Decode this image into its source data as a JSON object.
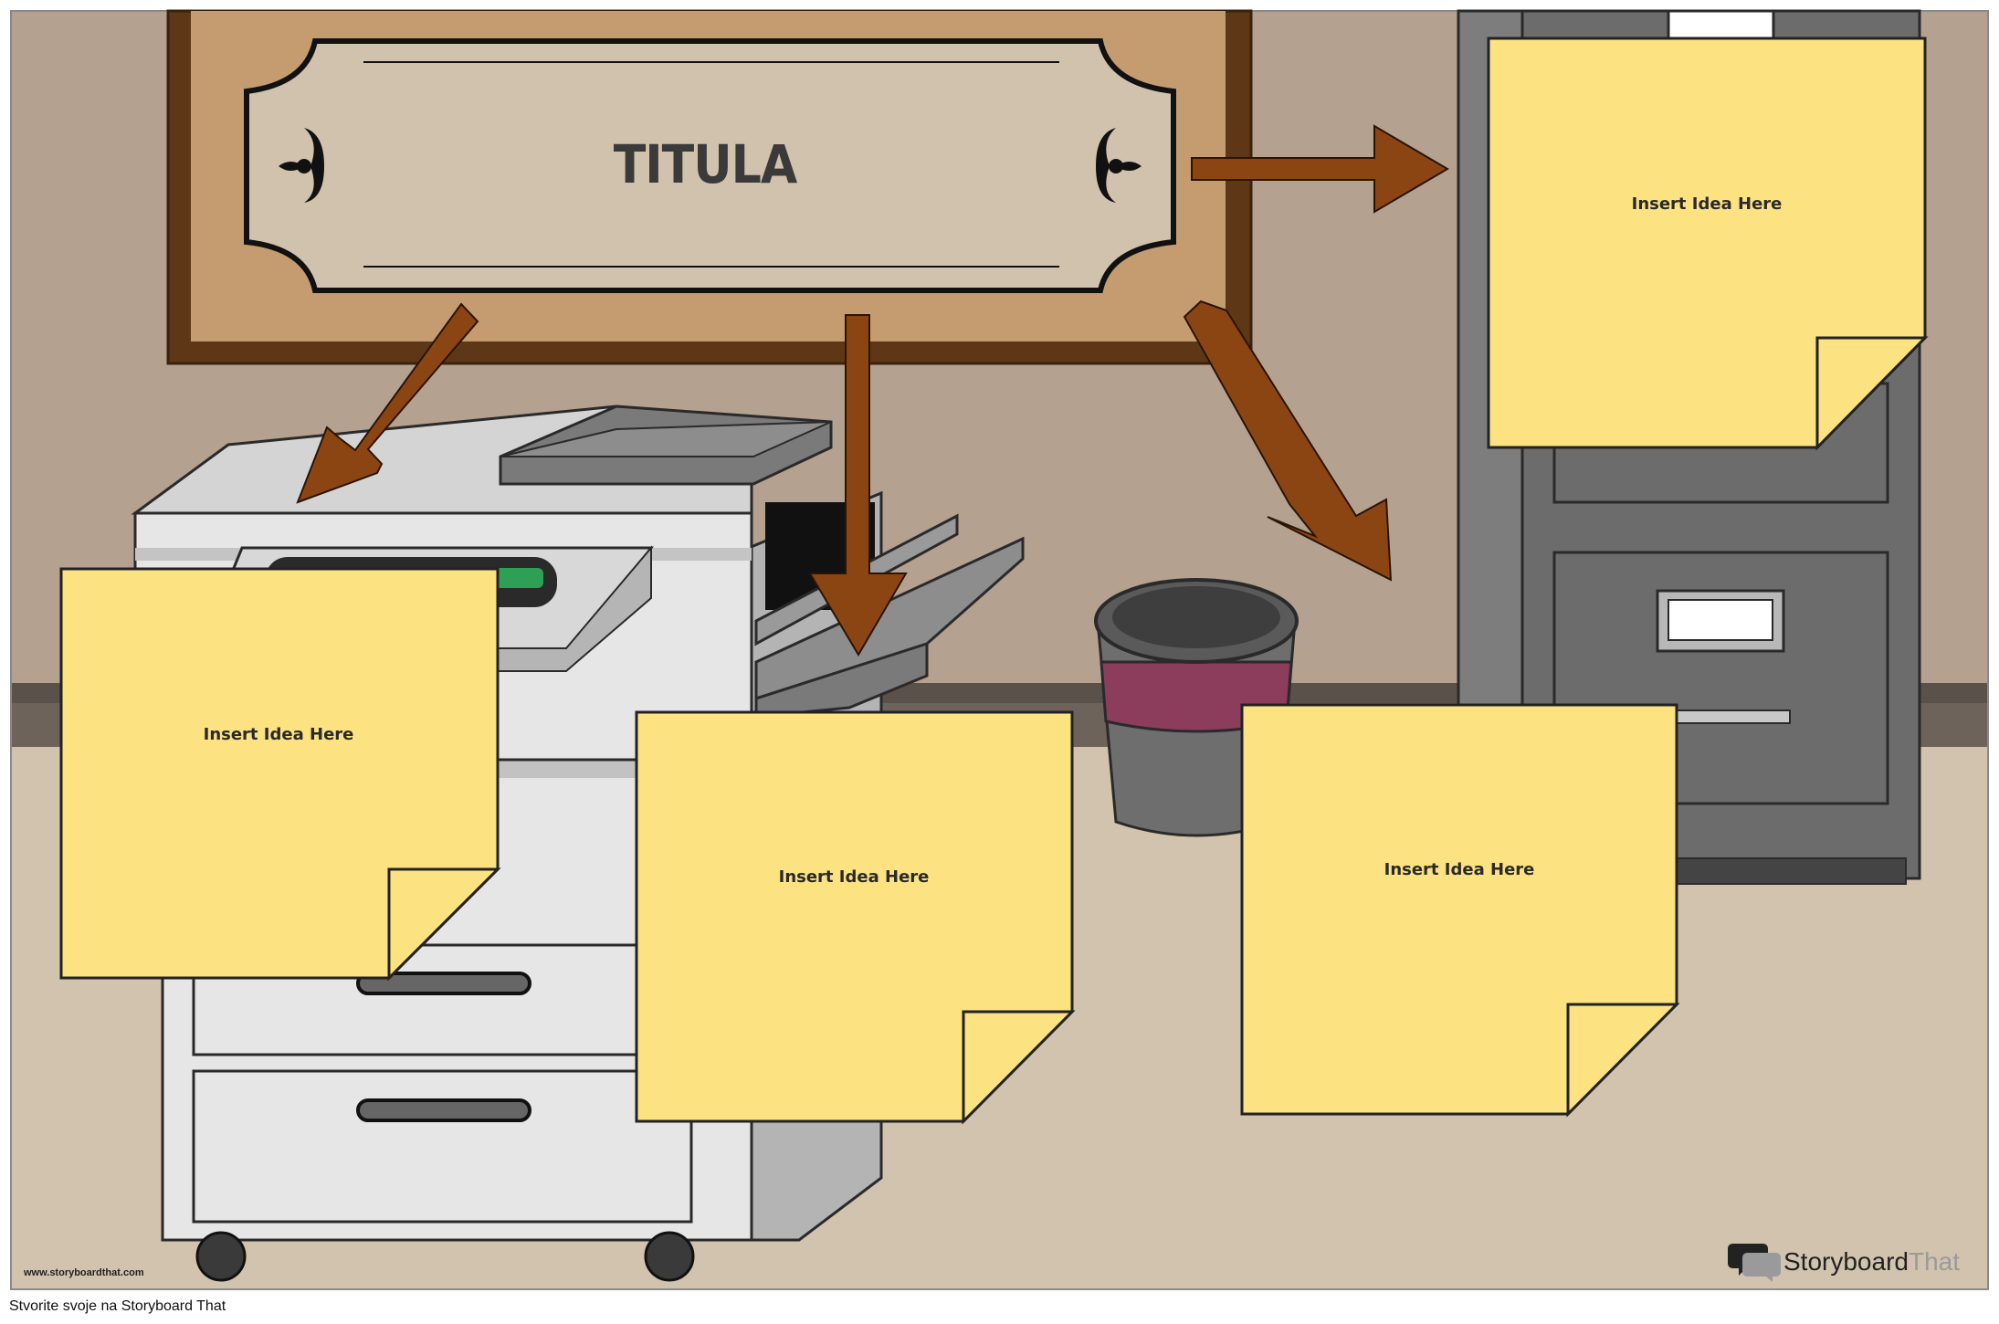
{
  "title": "TITULA",
  "notes": [
    {
      "id": "top-right",
      "text": "Insert Idea Here"
    },
    {
      "id": "left",
      "text": "Insert Idea Here"
    },
    {
      "id": "middle",
      "text": "Insert Idea Here"
    },
    {
      "id": "right",
      "text": "Insert Idea Here"
    }
  ],
  "watermark_url": "www.storyboardthat.com",
  "brand": {
    "name_main": "Storyboard",
    "name_light": "That"
  },
  "footer_text": "Stvorite svoje na Storyboard That",
  "colors": {
    "wall": "#b4a18f",
    "floor": "#d2c3ae",
    "frame_dark": "#5e3816",
    "frame_cork": "#c59c6f",
    "plaque": "#d1c2ad",
    "sticky": "#fde281",
    "arrow": "#8b4513",
    "cabinet": "#6c6c6c",
    "bin_band": "#8c3d5b"
  }
}
